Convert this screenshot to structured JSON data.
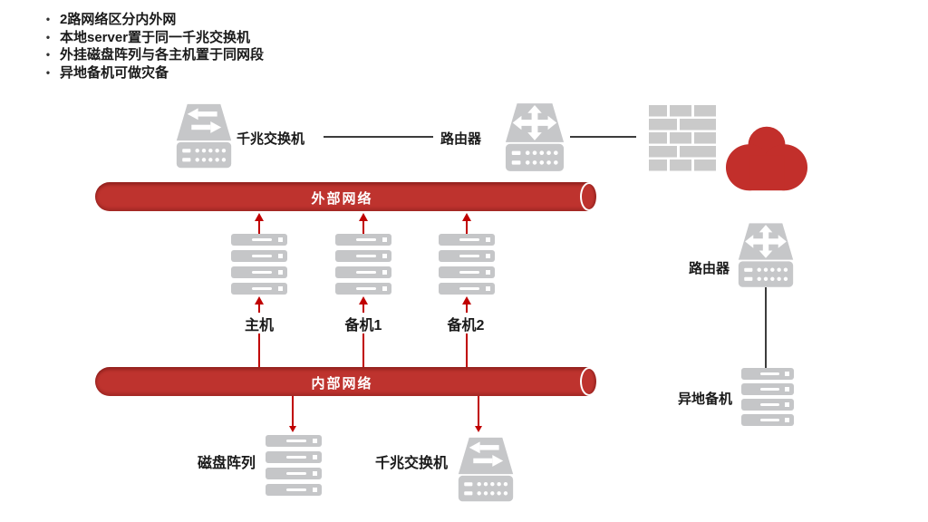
{
  "slide": {
    "bullets": [
      "2路网络区分内外网",
      "本地server置于同一千兆交换机",
      "外挂磁盘阵列与各主机置于同网段",
      "异地备机可做灾备"
    ]
  },
  "diagram": {
    "top": {
      "switch_label": "千兆交换机",
      "router_label": "路由器"
    },
    "external_network_label": "外部网络",
    "servers": [
      {
        "label": "主机"
      },
      {
        "label": "备机1"
      },
      {
        "label": "备机2"
      }
    ],
    "internal_network_label": "内部网络",
    "bottom": {
      "disk_array_label": "磁盘阵列",
      "switch_label": "千兆交换机"
    },
    "remote": {
      "router_label": "路由器",
      "backup_label": "异地备机"
    },
    "icons": {
      "switch": "switch-icon (two horizontal arrows)",
      "router": "router-icon (four-way arrows)",
      "firewall": "firewall-brick-icon",
      "cloud": "cloud-icon",
      "server": "server-stack-icon"
    },
    "colors": {
      "pipe_red": "#BE332E",
      "accent_red": "#C00000",
      "cloud_red": "#C22F2B",
      "icon_gray": "#C6C7C9",
      "line_dark": "#3C3C3C",
      "text": "#1A1A1A"
    }
  }
}
